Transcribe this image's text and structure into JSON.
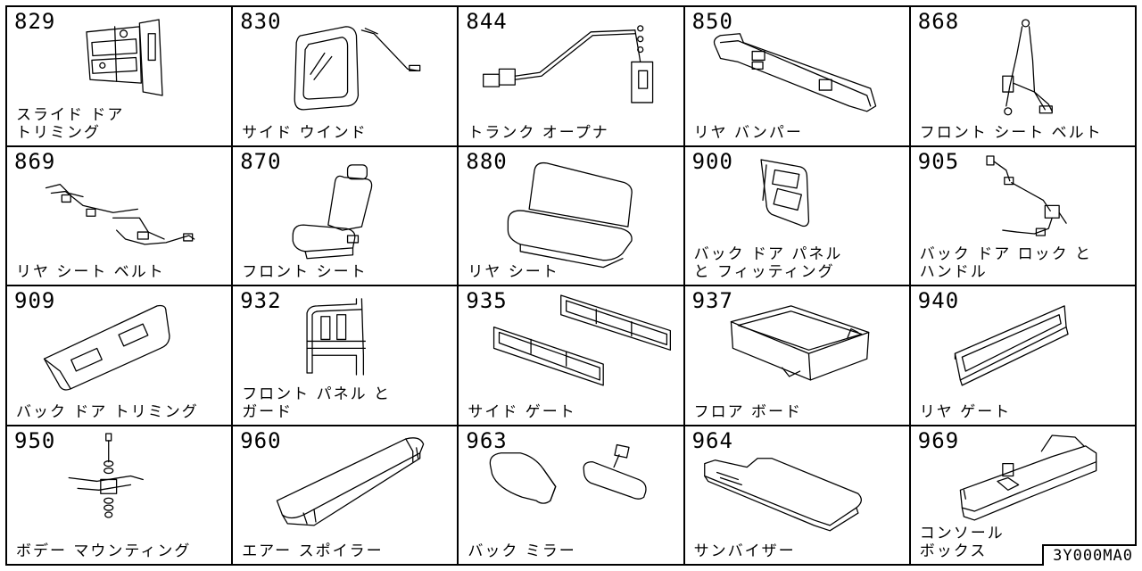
{
  "cells": [
    {
      "code": "829",
      "label": "スライド ドア\nトリミング",
      "icon": "slide-door-trim"
    },
    {
      "code": "830",
      "label": "サイド ウインド",
      "icon": "side-window"
    },
    {
      "code": "844",
      "label": "トランク オープナ",
      "icon": "trunk-opener"
    },
    {
      "code": "850",
      "label": "リヤ バンパー",
      "icon": "rear-bumper"
    },
    {
      "code": "868",
      "label": "フロント シート ベルト",
      "icon": "front-seat-belt"
    },
    {
      "code": "869",
      "label": "リヤ シート ベルト",
      "icon": "rear-seat-belt"
    },
    {
      "code": "870",
      "label": "フロント シート",
      "icon": "front-seat"
    },
    {
      "code": "880",
      "label": "リヤ シート",
      "icon": "rear-seat"
    },
    {
      "code": "900",
      "label": "バック ドア パネル\nと フィッティング",
      "icon": "back-door-panel"
    },
    {
      "code": "905",
      "label": "バック ドア ロック と\nハンドル",
      "icon": "back-door-lock"
    },
    {
      "code": "909",
      "label": "バック ドア トリミング",
      "icon": "back-door-trim"
    },
    {
      "code": "932",
      "label": "フロント パネル と\nガード",
      "icon": "front-panel-guard"
    },
    {
      "code": "935",
      "label": "サイド ゲート",
      "icon": "side-gate"
    },
    {
      "code": "937",
      "label": "フロア ボード",
      "icon": "floor-board"
    },
    {
      "code": "940",
      "label": "リヤ ゲート",
      "icon": "rear-gate"
    },
    {
      "code": "950",
      "label": "ボデー マウンティング",
      "icon": "body-mounting"
    },
    {
      "code": "960",
      "label": "エアー スポイラー",
      "icon": "air-spoiler"
    },
    {
      "code": "963",
      "label": "バック ミラー",
      "icon": "back-mirror"
    },
    {
      "code": "964",
      "label": "サンバイザー",
      "icon": "sun-visor"
    },
    {
      "code": "969",
      "label": "コンソール\nボックス",
      "icon": "console-box"
    }
  ],
  "reference_code": "3Y000MA0"
}
